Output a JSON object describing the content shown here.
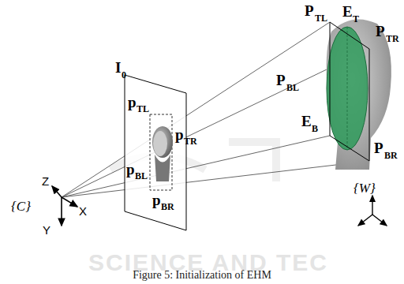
{
  "diagram": {
    "caption": "Figure 5: Initialization of EHM",
    "labels": [
      "P",
      "TL",
      "E",
      "T",
      "P",
      "TR",
      "I",
      "0",
      "P",
      "BL",
      "E",
      "B",
      "P",
      "BR",
      "p",
      "TL",
      "p",
      "TR",
      "p",
      "BL",
      "p",
      "BR",
      "Z",
      "{C}",
      "X",
      "Y",
      "{W}",
      "SCIENCE AND TEC"
    ]
  }
}
